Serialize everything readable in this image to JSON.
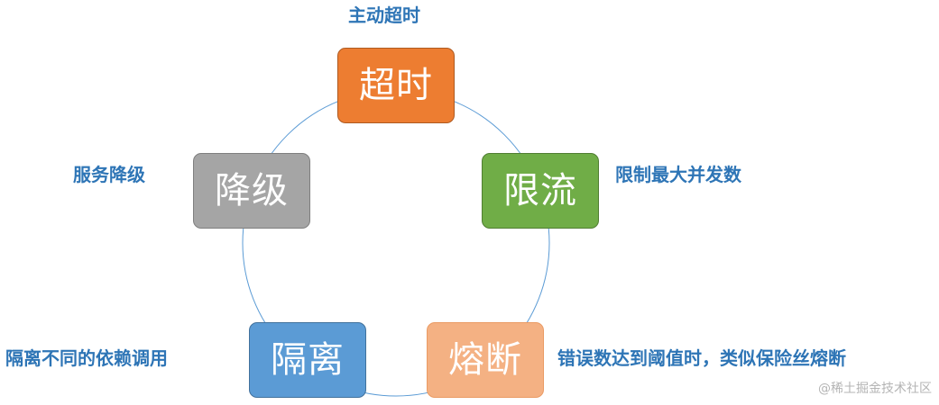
{
  "diagram": {
    "nodes": [
      {
        "id": "timeout",
        "label": "超时",
        "note": "主动超时",
        "color": "#ed7d31"
      },
      {
        "id": "ratelimit",
        "label": "限流",
        "note": "限制最大并发数",
        "color": "#70ad47"
      },
      {
        "id": "breaker",
        "label": "熔断",
        "note": "错误数达到阈值时，类似保险丝熔断",
        "color": "#f4b183"
      },
      {
        "id": "isolate",
        "label": "隔离",
        "note": "隔离不同的依赖调用",
        "color": "#5b9bd5"
      },
      {
        "id": "degrade",
        "label": "降级",
        "note": "服务降级",
        "color": "#a5a5a5"
      }
    ],
    "connector_color": "#5b9bd5",
    "note_color": "#2e75b6"
  },
  "watermark": "@稀土掘金技术社区"
}
